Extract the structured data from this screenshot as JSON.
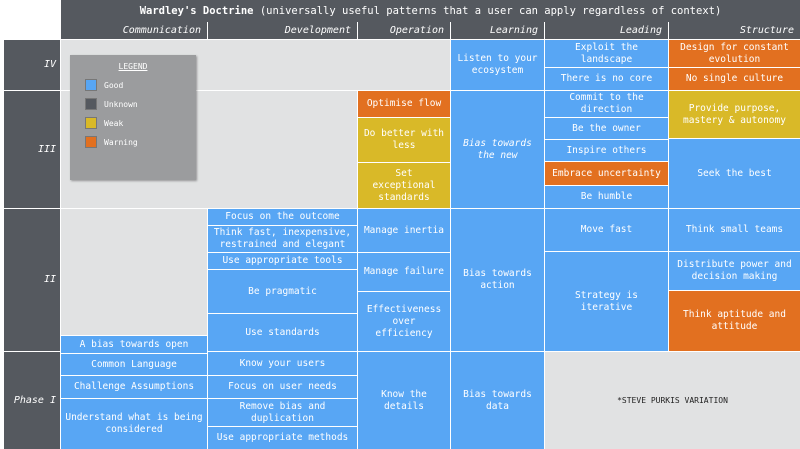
{
  "title": {
    "main": "Wardley's Doctrine",
    "sub": "(universally useful patterns that a user can apply regardless of context)"
  },
  "columns": [
    "Communication",
    "Development",
    "Operation",
    "Learning",
    "Leading",
    "Structure"
  ],
  "phases": [
    "IV",
    "III",
    "II",
    "Phase I"
  ],
  "legend": {
    "title": "LEGEND",
    "items": [
      {
        "label": "Good",
        "color": "#58a6f4"
      },
      {
        "label": "Unknown",
        "color": "#55595f"
      },
      {
        "label": "Weak",
        "color": "#d9b928"
      },
      {
        "label": "Warning",
        "color": "#e27020"
      }
    ]
  },
  "phase_iv": {
    "learning": [
      "Listen to your ecosystem"
    ],
    "leading": [
      "Exploit the landscape",
      "There is no core"
    ],
    "structure": [
      "Design for constant evolution",
      "No single culture"
    ]
  },
  "phase_iii": {
    "operation": [
      "Optimise flow",
      "Do better with less",
      "Set exceptional standards"
    ],
    "learning": [
      "Bias towards the new"
    ],
    "leading": [
      "Commit to the direction",
      "Be the owner",
      "Inspire others",
      "Embrace uncertainty",
      "Be humble"
    ],
    "structure": [
      "Provide purpose, mastery & autonomy",
      "Seek the best"
    ]
  },
  "phase_ii": {
    "development": [
      "Focus on the outcome",
      "Think fast, inexpensive, restrained and elegant",
      "Use appropriate tools",
      "Be pragmatic",
      "Use standards"
    ],
    "operation": [
      "Manage inertia",
      "Manage failure",
      "Effectiveness over efficiency"
    ],
    "learning": [
      "Bias towards action"
    ],
    "leading": [
      "Move fast",
      "Strategy is iterative"
    ],
    "structure": [
      "Think small teams",
      "Distribute power and decision making",
      "Think aptitude and attitude"
    ]
  },
  "phase_i": {
    "communication": [
      "A bias towards open",
      "Common Language",
      "Challenge Assumptions",
      "Understand what is being considered"
    ],
    "development": [
      "Know your users",
      "Focus on user needs",
      "Remove bias and duplication",
      "Use appropriate methods"
    ],
    "operation": [
      "Know the details"
    ],
    "learning": [
      "Bias towards data"
    ]
  },
  "note": "*STEVE PURKIS VARIATION"
}
